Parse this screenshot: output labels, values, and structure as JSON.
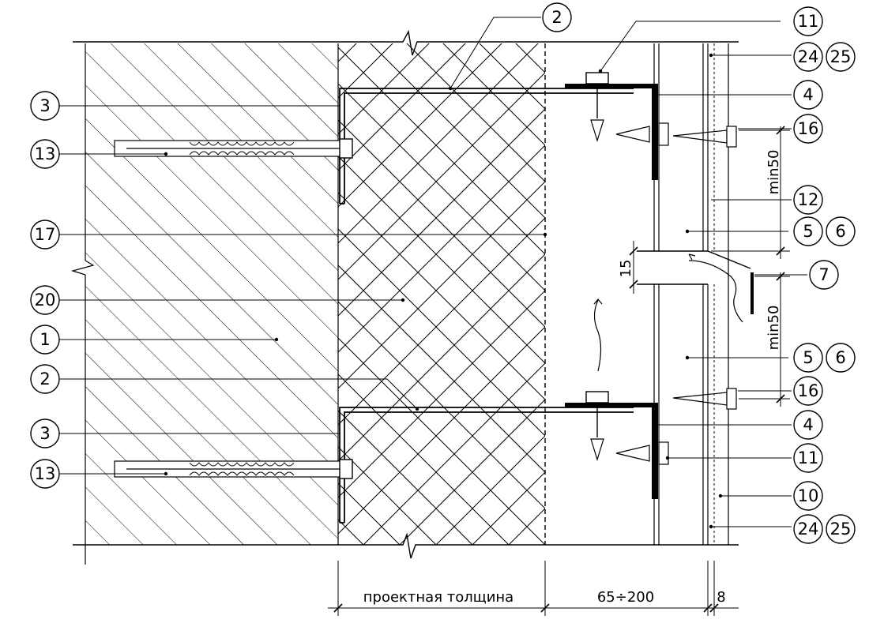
{
  "callouts": {
    "c1": "1",
    "c2a": "2",
    "c2b": "2",
    "c3a": "3",
    "c3b": "3",
    "c4a": "4",
    "c4b": "4",
    "c5a": "5",
    "c5b": "5",
    "c6a": "6",
    "c6b": "6",
    "c7": "7",
    "c10": "10",
    "c11a": "11",
    "c11b": "11",
    "c12": "12",
    "c13a": "13",
    "c13b": "13",
    "c16a": "16",
    "c16b": "16",
    "c17": "17",
    "c20": "20",
    "c24a": "24",
    "c24b": "24",
    "c25a": "25",
    "c25b": "25"
  },
  "dimensions": {
    "insulation": "проектная толщина",
    "air_gap": "65÷200",
    "cladding": "8",
    "min_upper": "min50",
    "min_lower": "min50",
    "gap": "15"
  },
  "colors": {
    "line": "#000000",
    "background": "#ffffff"
  }
}
